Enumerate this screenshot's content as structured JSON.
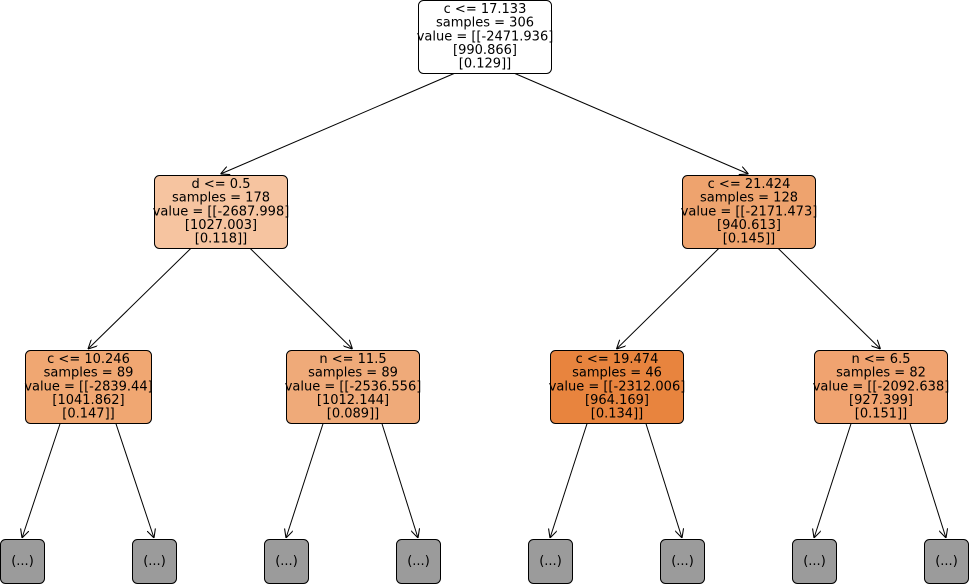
{
  "tree": {
    "nodes": [
      {
        "id": "n0",
        "lines": [
          "c <= 17.133",
          "samples = 306",
          "value = [[-2471.936]",
          "[990.866]",
          "[0.129]]"
        ],
        "fill": "#ffffff"
      },
      {
        "id": "n1",
        "lines": [
          "d <= 0.5",
          "samples = 178",
          "value = [[-2687.998]",
          "[1027.003]",
          "[0.118]]"
        ],
        "fill": "#f6c4a0"
      },
      {
        "id": "n2",
        "lines": [
          "c <= 21.424",
          "samples = 128",
          "value = [[-2171.473]",
          "[940.613]",
          "[0.145]]"
        ],
        "fill": "#eea36e"
      },
      {
        "id": "n3",
        "lines": [
          "c <= 10.246",
          "samples = 89",
          "value = [[-2839.44]",
          "[1041.862]",
          "[0.147]]"
        ],
        "fill": "#f0a772"
      },
      {
        "id": "n4",
        "lines": [
          "n <= 11.5",
          "samples = 89",
          "value = [[-2536.556]",
          "[1012.144]",
          "[0.089]]"
        ],
        "fill": "#efaa79"
      },
      {
        "id": "n5",
        "lines": [
          "c <= 19.474",
          "samples = 46",
          "value = [[-2312.006]",
          "[964.169]",
          "[0.134]]"
        ],
        "fill": "#e8843e"
      },
      {
        "id": "n6",
        "lines": [
          "n <= 6.5",
          "samples = 82",
          "value = [[-2092.638]",
          "[927.399]",
          "[0.151]]"
        ],
        "fill": "#f0a370"
      },
      {
        "id": "l0",
        "lines": [
          "(...)"
        ],
        "fill": "#9b9b9b"
      },
      {
        "id": "l1",
        "lines": [
          "(...)"
        ],
        "fill": "#9b9b9b"
      },
      {
        "id": "l2",
        "lines": [
          "(...)"
        ],
        "fill": "#9b9b9b"
      },
      {
        "id": "l3",
        "lines": [
          "(...)"
        ],
        "fill": "#9b9b9b"
      },
      {
        "id": "l4",
        "lines": [
          "(...)"
        ],
        "fill": "#9b9b9b"
      },
      {
        "id": "l5",
        "lines": [
          "(...)"
        ],
        "fill": "#9b9b9b"
      },
      {
        "id": "l6",
        "lines": [
          "(...)"
        ],
        "fill": "#9b9b9b"
      },
      {
        "id": "l7",
        "lines": [
          "(...)"
        ],
        "fill": "#9b9b9b"
      }
    ],
    "edges": [
      [
        "n0",
        "n1"
      ],
      [
        "n0",
        "n2"
      ],
      [
        "n1",
        "n3"
      ],
      [
        "n1",
        "n4"
      ],
      [
        "n2",
        "n5"
      ],
      [
        "n2",
        "n6"
      ],
      [
        "n3",
        "l0"
      ],
      [
        "n3",
        "l1"
      ],
      [
        "n4",
        "l2"
      ],
      [
        "n4",
        "l3"
      ],
      [
        "n5",
        "l4"
      ],
      [
        "n5",
        "l5"
      ],
      [
        "n6",
        "l6"
      ],
      [
        "n6",
        "l7"
      ]
    ]
  }
}
